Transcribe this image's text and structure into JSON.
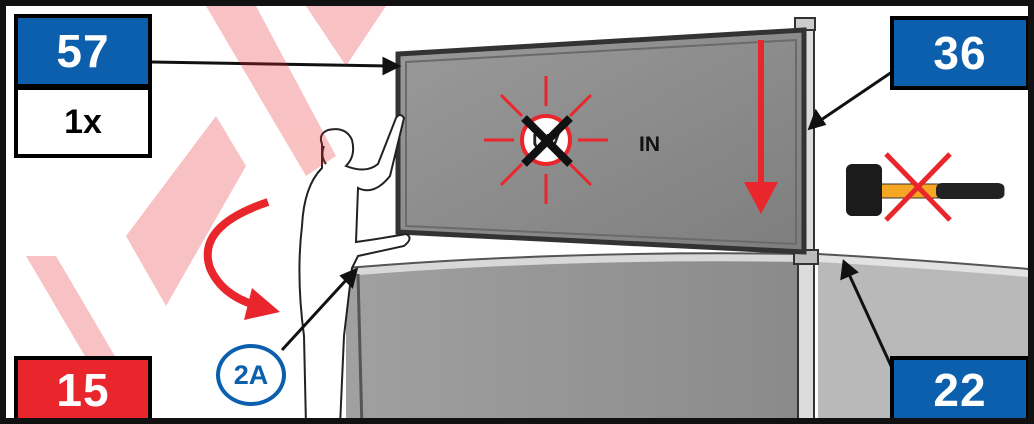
{
  "callouts": {
    "part_57": "57",
    "quantity": "1x",
    "part_36": "36",
    "part_15": "15",
    "part_22": "22",
    "step": "2A"
  },
  "instruction": {
    "orientation": "IN"
  },
  "icons": {
    "watermark": "diagonal-watermark",
    "no_sun": "prohibited-sun-icon",
    "no_hammer": "no-hammer-icon",
    "down_arrow": "red-down-arrow-icon",
    "curved_arrow": "red-curved-arrow-icon"
  },
  "colors": {
    "blue": "#0b5fad",
    "red": "#e8262c",
    "panel": "#8f8f8f"
  }
}
